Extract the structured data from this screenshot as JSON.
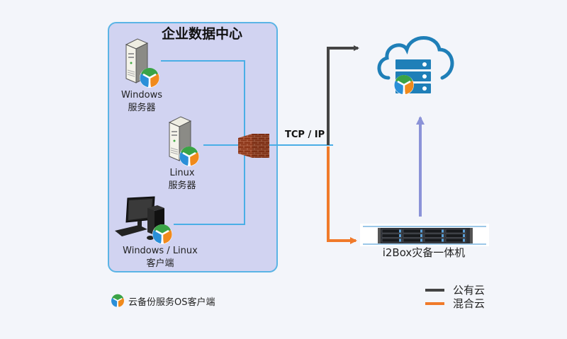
{
  "datacenter": {
    "title": "企业数据中心",
    "nodes": [
      {
        "name": "Windows",
        "subtitle": "服务器",
        "icon": "server-icon"
      },
      {
        "name": "Linux",
        "subtitle": "服务器",
        "icon": "server-icon"
      },
      {
        "name": "Windows / Linux",
        "subtitle": "客户端",
        "icon": "desktop-pc-icon"
      }
    ]
  },
  "firewall": {
    "icon": "firewall-icon"
  },
  "connection": {
    "label": "TCP / IP"
  },
  "cloud": {
    "icon": "cloud-server-icon"
  },
  "appliance": {
    "label": "i2Box灾备一体机",
    "icon": "rack-server-icon"
  },
  "legend_left": {
    "icon": "backup-client-badge-icon",
    "label": "云备份服务OS客户端"
  },
  "legend_right": [
    {
      "label": "公有云",
      "color": "#444444"
    },
    {
      "label": "混合云",
      "color": "#f07a2a"
    }
  ],
  "colors": {
    "link_blue": "#4aaee6",
    "public_cloud": "#444444",
    "hybrid_cloud": "#f07a2a",
    "upload_arrow": "#8b93d8",
    "cloud_blue": "#1f7fb8",
    "box_fill": "#d1d3f1",
    "badge_green": "#3aa346",
    "badge_blue": "#2a8fd8",
    "badge_orange": "#f08a1c"
  }
}
